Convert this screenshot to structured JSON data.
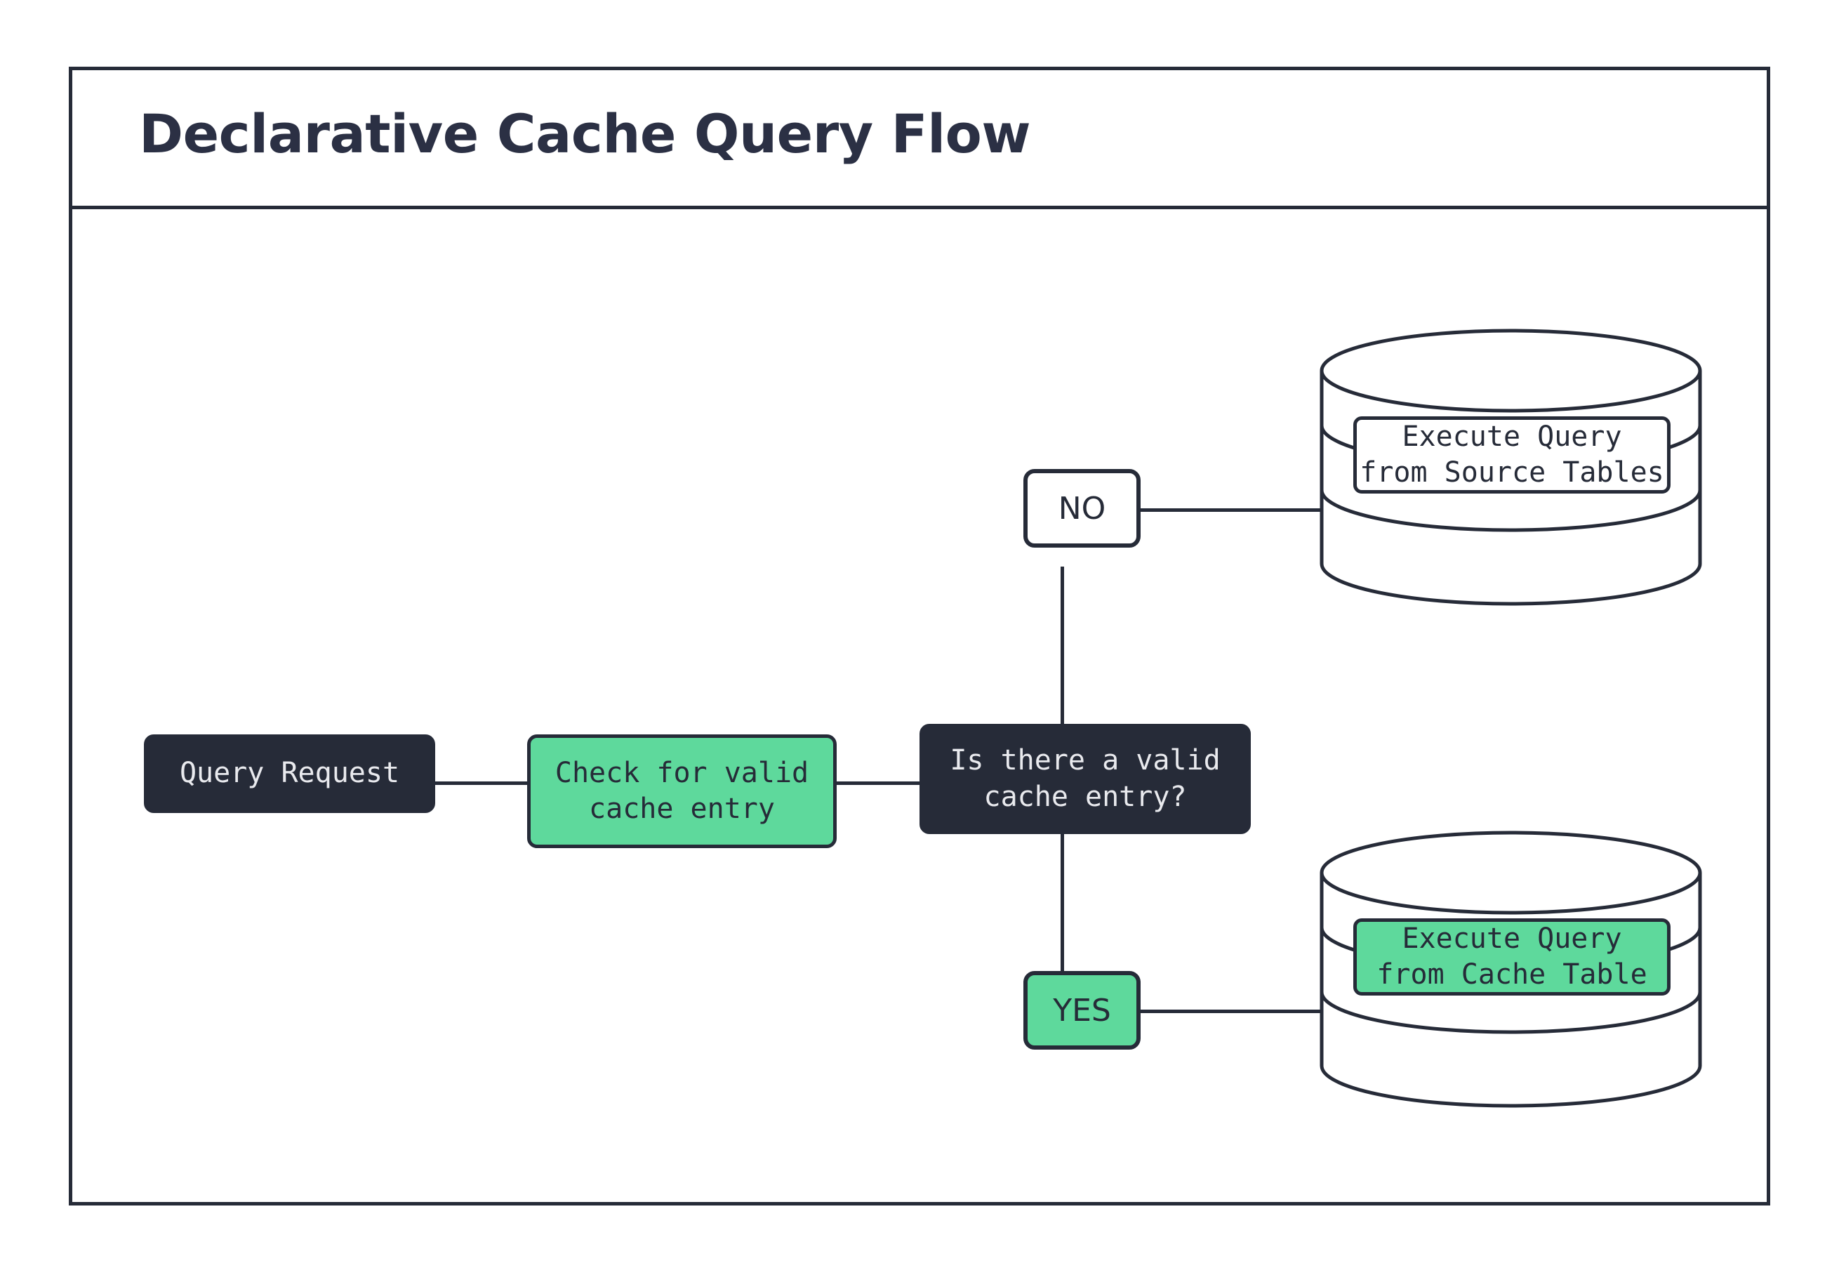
{
  "diagram": {
    "title": "Declarative Cache Query Flow",
    "colors": {
      "dark": "#262b38",
      "green": "#5ed99c",
      "white": "#ffffff",
      "title_text": "#2b3044",
      "dark_text": "#e9eaee"
    },
    "nodes": {
      "query_request": "Query Request",
      "check_cache": "Check for valid\ncache entry",
      "decision": "Is there a valid\ncache entry?",
      "branch_no": "NO",
      "branch_yes": "YES",
      "source_tables": "Execute Query\nfrom Source Tables",
      "cache_table": "Execute Query\nfrom Cache Table"
    },
    "edges": [
      {
        "from": "query_request",
        "to": "check_cache",
        "label": ""
      },
      {
        "from": "check_cache",
        "to": "decision",
        "label": ""
      },
      {
        "from": "decision",
        "to": "branch_no",
        "label": "NO"
      },
      {
        "from": "branch_no",
        "to": "source_tables",
        "label": ""
      },
      {
        "from": "decision",
        "to": "branch_yes",
        "label": "YES"
      },
      {
        "from": "branch_yes",
        "to": "cache_table",
        "label": ""
      }
    ]
  }
}
